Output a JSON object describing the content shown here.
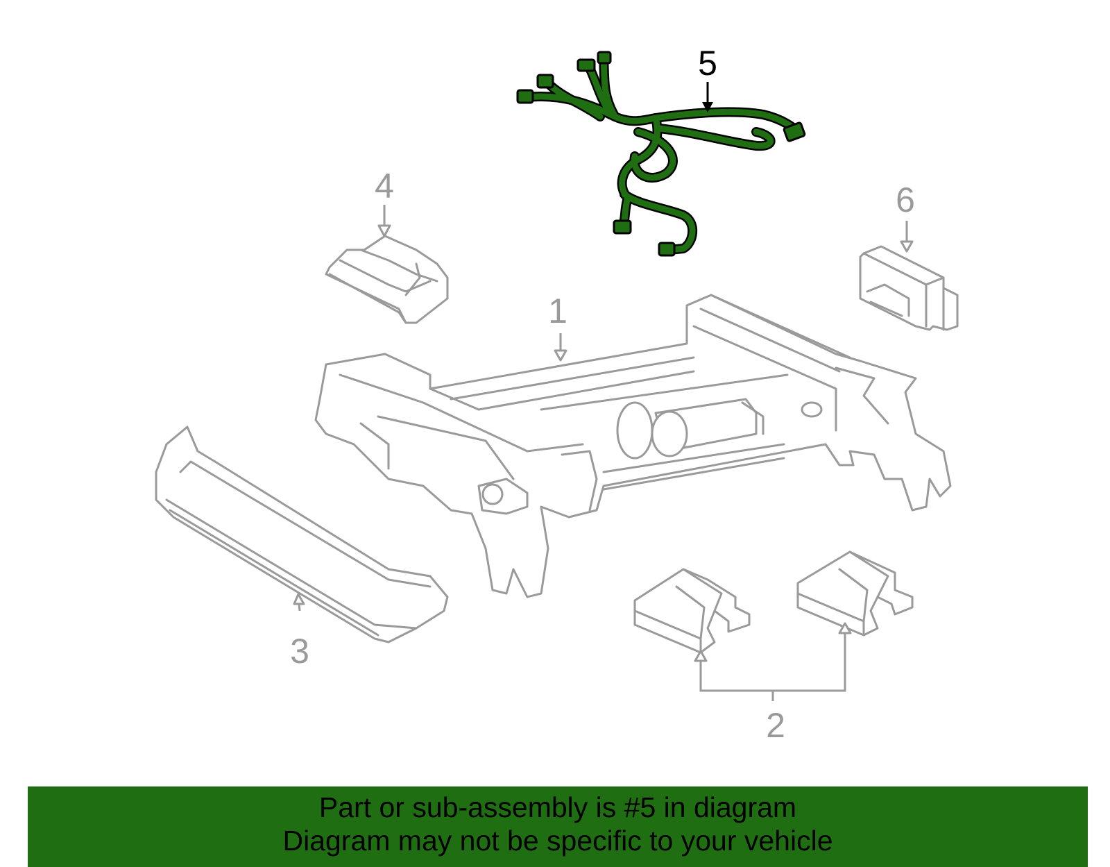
{
  "colors": {
    "outline": "#9a9a9a",
    "highlight": "#1f6f12",
    "banner_bg": "#1f6f12",
    "text": "#000000"
  },
  "callouts": {
    "c1": "1",
    "c2": "2",
    "c3": "3",
    "c4": "4",
    "c5": "5",
    "c6": "6"
  },
  "highlighted_part": "5",
  "banner": {
    "line1": "Part or sub-assembly is #5 in diagram",
    "line2": "Diagram may not be specific to your vehicle"
  }
}
